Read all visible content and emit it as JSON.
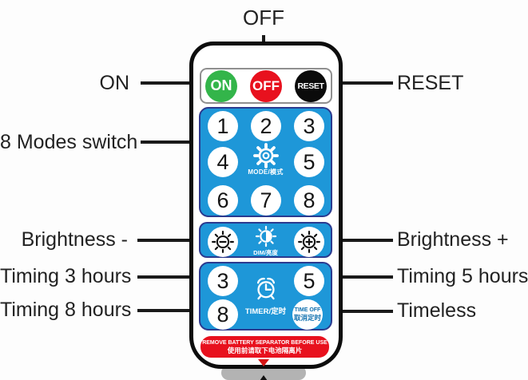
{
  "annotations": {
    "off": "OFF",
    "on": "ON",
    "reset": "RESET",
    "modes": "8 Modes switch",
    "brightness_minus": "Brightness -",
    "brightness_plus": "Brightness +",
    "timing3": "Timing 3 hours",
    "timing5": "Timing 5 hours",
    "timing8": "Timing 8 hours",
    "timeless": "Timeless"
  },
  "remote": {
    "power": {
      "on": "ON",
      "off": "OFF",
      "reset": "RESET"
    },
    "mode_buttons": [
      "1",
      "2",
      "3",
      "4",
      "5",
      "6",
      "7",
      "8"
    ],
    "mode_label": "MODE/模式",
    "dim_label": "DIM/亮度",
    "timer_buttons": {
      "three": "3",
      "five": "5",
      "eight": "8"
    },
    "timer_label": "TIMER/定时",
    "time_off": {
      "line1": "TIME OFF",
      "line2": "取消定时"
    },
    "warning": {
      "line1": "REMOVE BATTERY SEPARATOR BEFORE USE",
      "line2": "使用前请取下电池隔离片"
    }
  },
  "colors": {
    "panel_blue": "#1e97d8",
    "panel_border": "#2b3a8f",
    "on_green": "#33b54a",
    "off_red": "#e8111e",
    "reset_black": "#0b0b0b",
    "warning_red": "#e8111e",
    "pull_tab_gray": "#b3b3b3",
    "annotation": "#1a1a1a"
  }
}
